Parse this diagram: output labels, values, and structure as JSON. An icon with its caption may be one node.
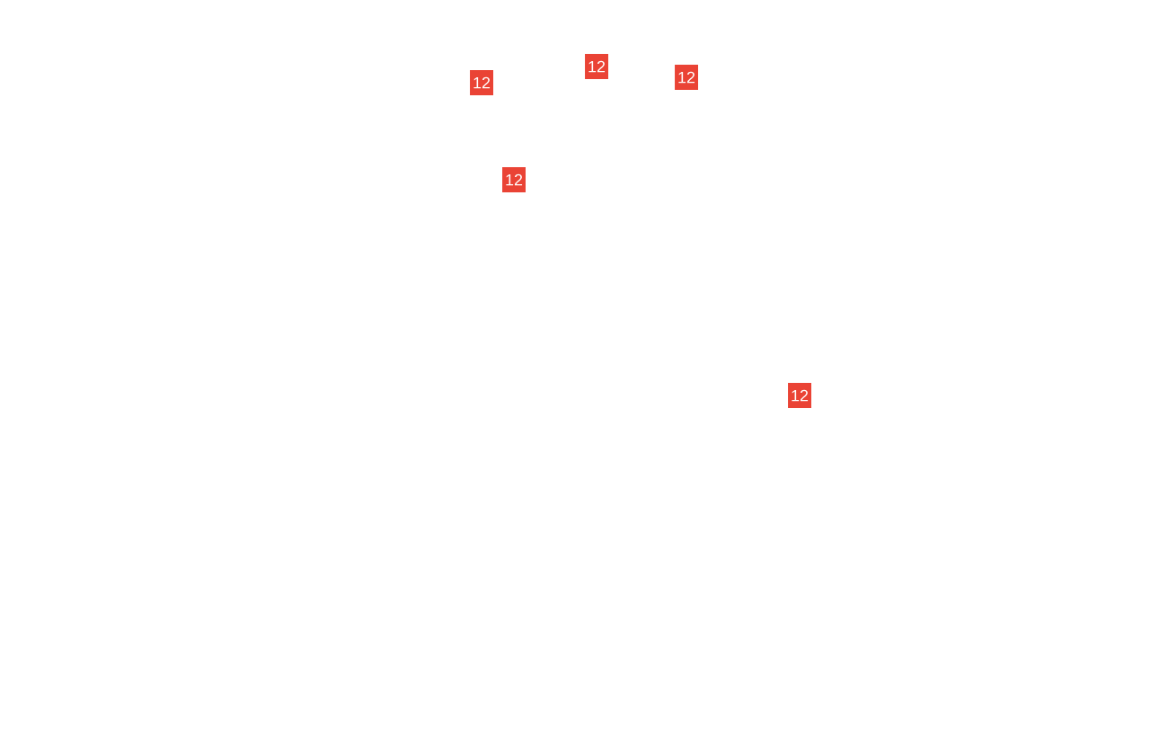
{
  "diagram": {
    "labels": [
      "12",
      "12",
      "12",
      "12",
      "12"
    ]
  }
}
